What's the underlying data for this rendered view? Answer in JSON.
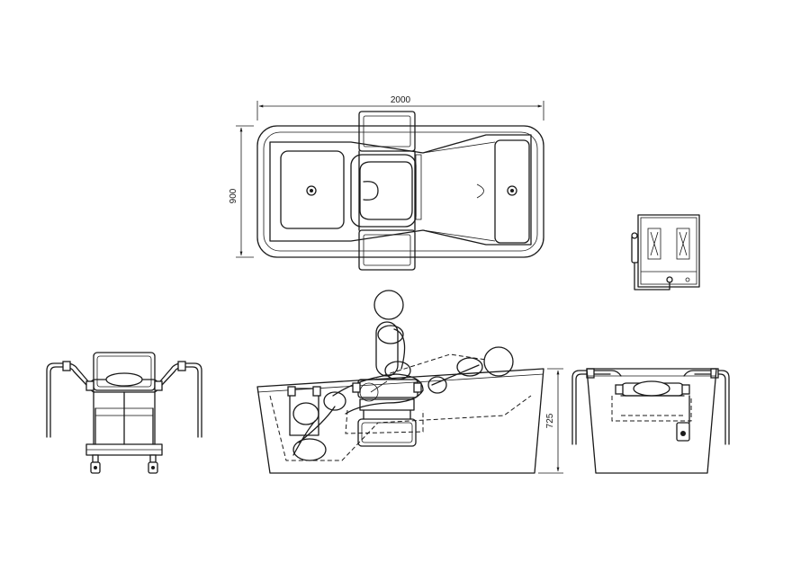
{
  "dimensions": {
    "length": "2000",
    "width": "900",
    "height": "725"
  }
}
